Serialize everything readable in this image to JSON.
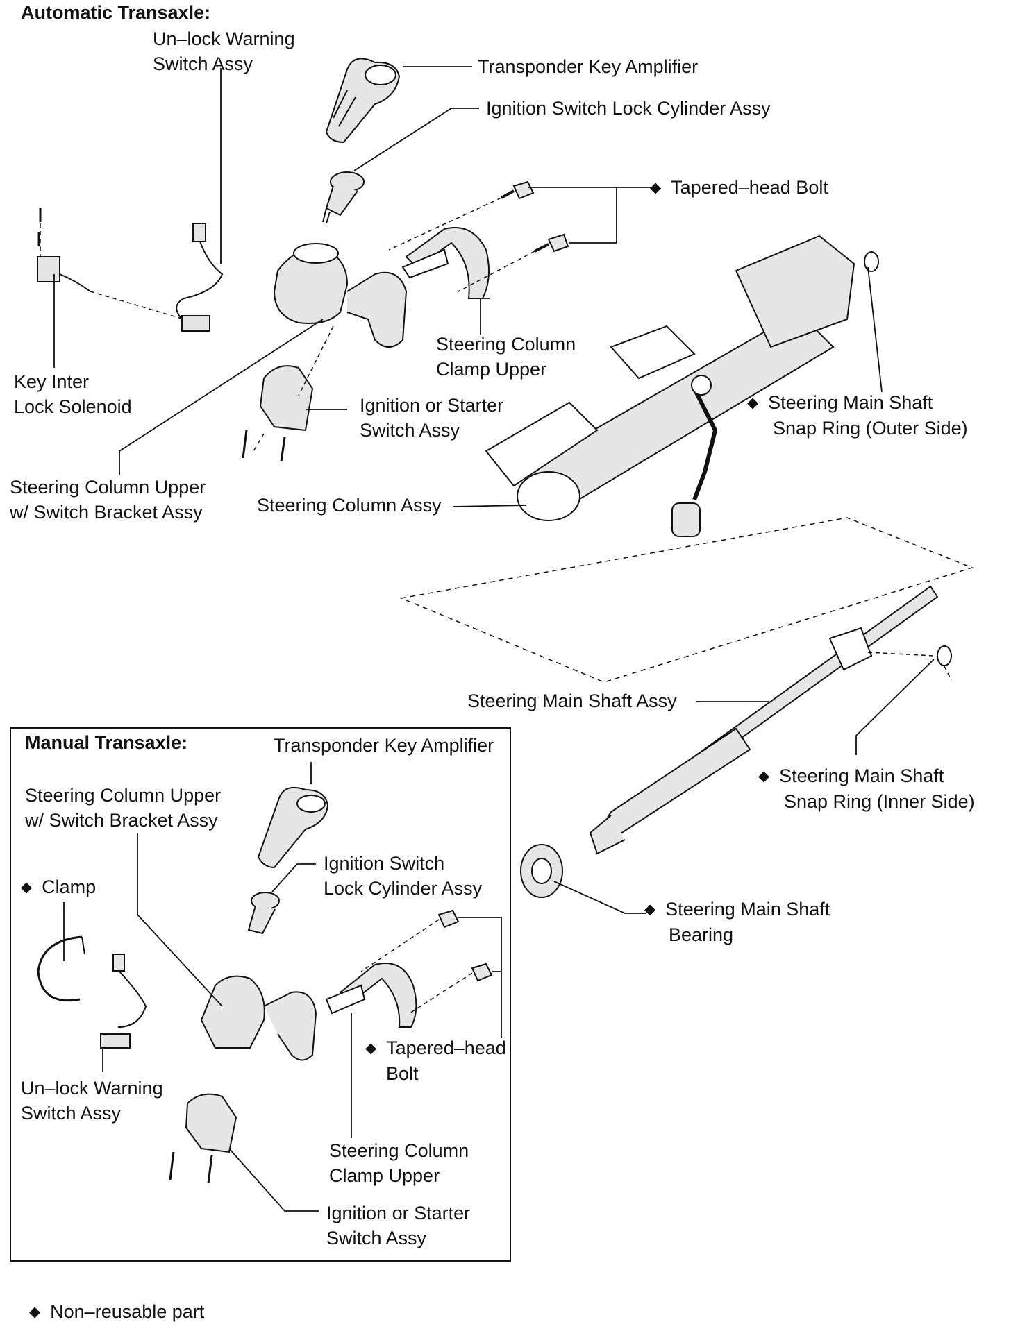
{
  "legend_marker": "◆",
  "automatic": {
    "heading": "Automatic Transaxle:",
    "unlock_warning": [
      "Un–lock Warning",
      "Switch Assy"
    ],
    "transponder": "Transponder Key Amplifier",
    "lock_cylinder": "Ignition Switch Lock Cylinder Assy",
    "tapered_bolt": "Tapered–head Bolt",
    "key_interlock": [
      "Key Inter",
      "Lock Solenoid"
    ],
    "clamp_upper": [
      "Steering Column",
      "Clamp Upper"
    ],
    "ignition_starter": [
      "Ignition or Starter",
      "Switch Assy"
    ],
    "snap_ring_outer": [
      "Steering Main Shaft",
      "Snap Ring (Outer Side)"
    ],
    "column_upper": [
      "Steering Column Upper",
      "w/ Switch Bracket Assy"
    ],
    "column_assy": "Steering Column Assy",
    "main_shaft": "Steering Main Shaft Assy",
    "snap_ring_inner": [
      "Steering Main Shaft",
      "Snap Ring (Inner Side)"
    ],
    "bearing": [
      "Steering Main Shaft",
      "Bearing"
    ]
  },
  "manual": {
    "heading": "Manual Transaxle:",
    "transponder": "Transponder Key Amplifier",
    "column_upper": [
      "Steering Column Upper",
      "w/ Switch Bracket Assy"
    ],
    "clamp": "Clamp",
    "lock_cylinder": [
      "Ignition Switch",
      "Lock Cylinder Assy"
    ],
    "tapered_bolt": [
      "Tapered–head",
      "Bolt"
    ],
    "unlock_warning": [
      "Un–lock Warning",
      "Switch Assy"
    ],
    "clamp_upper": [
      "Steering Column",
      "Clamp Upper"
    ],
    "ignition_starter": [
      "Ignition or Starter",
      "Switch Assy"
    ]
  },
  "footnote": "Non–reusable part",
  "colors": {
    "ink": "#111111",
    "paper": "#ffffff",
    "fill": "#e6e6e6"
  }
}
